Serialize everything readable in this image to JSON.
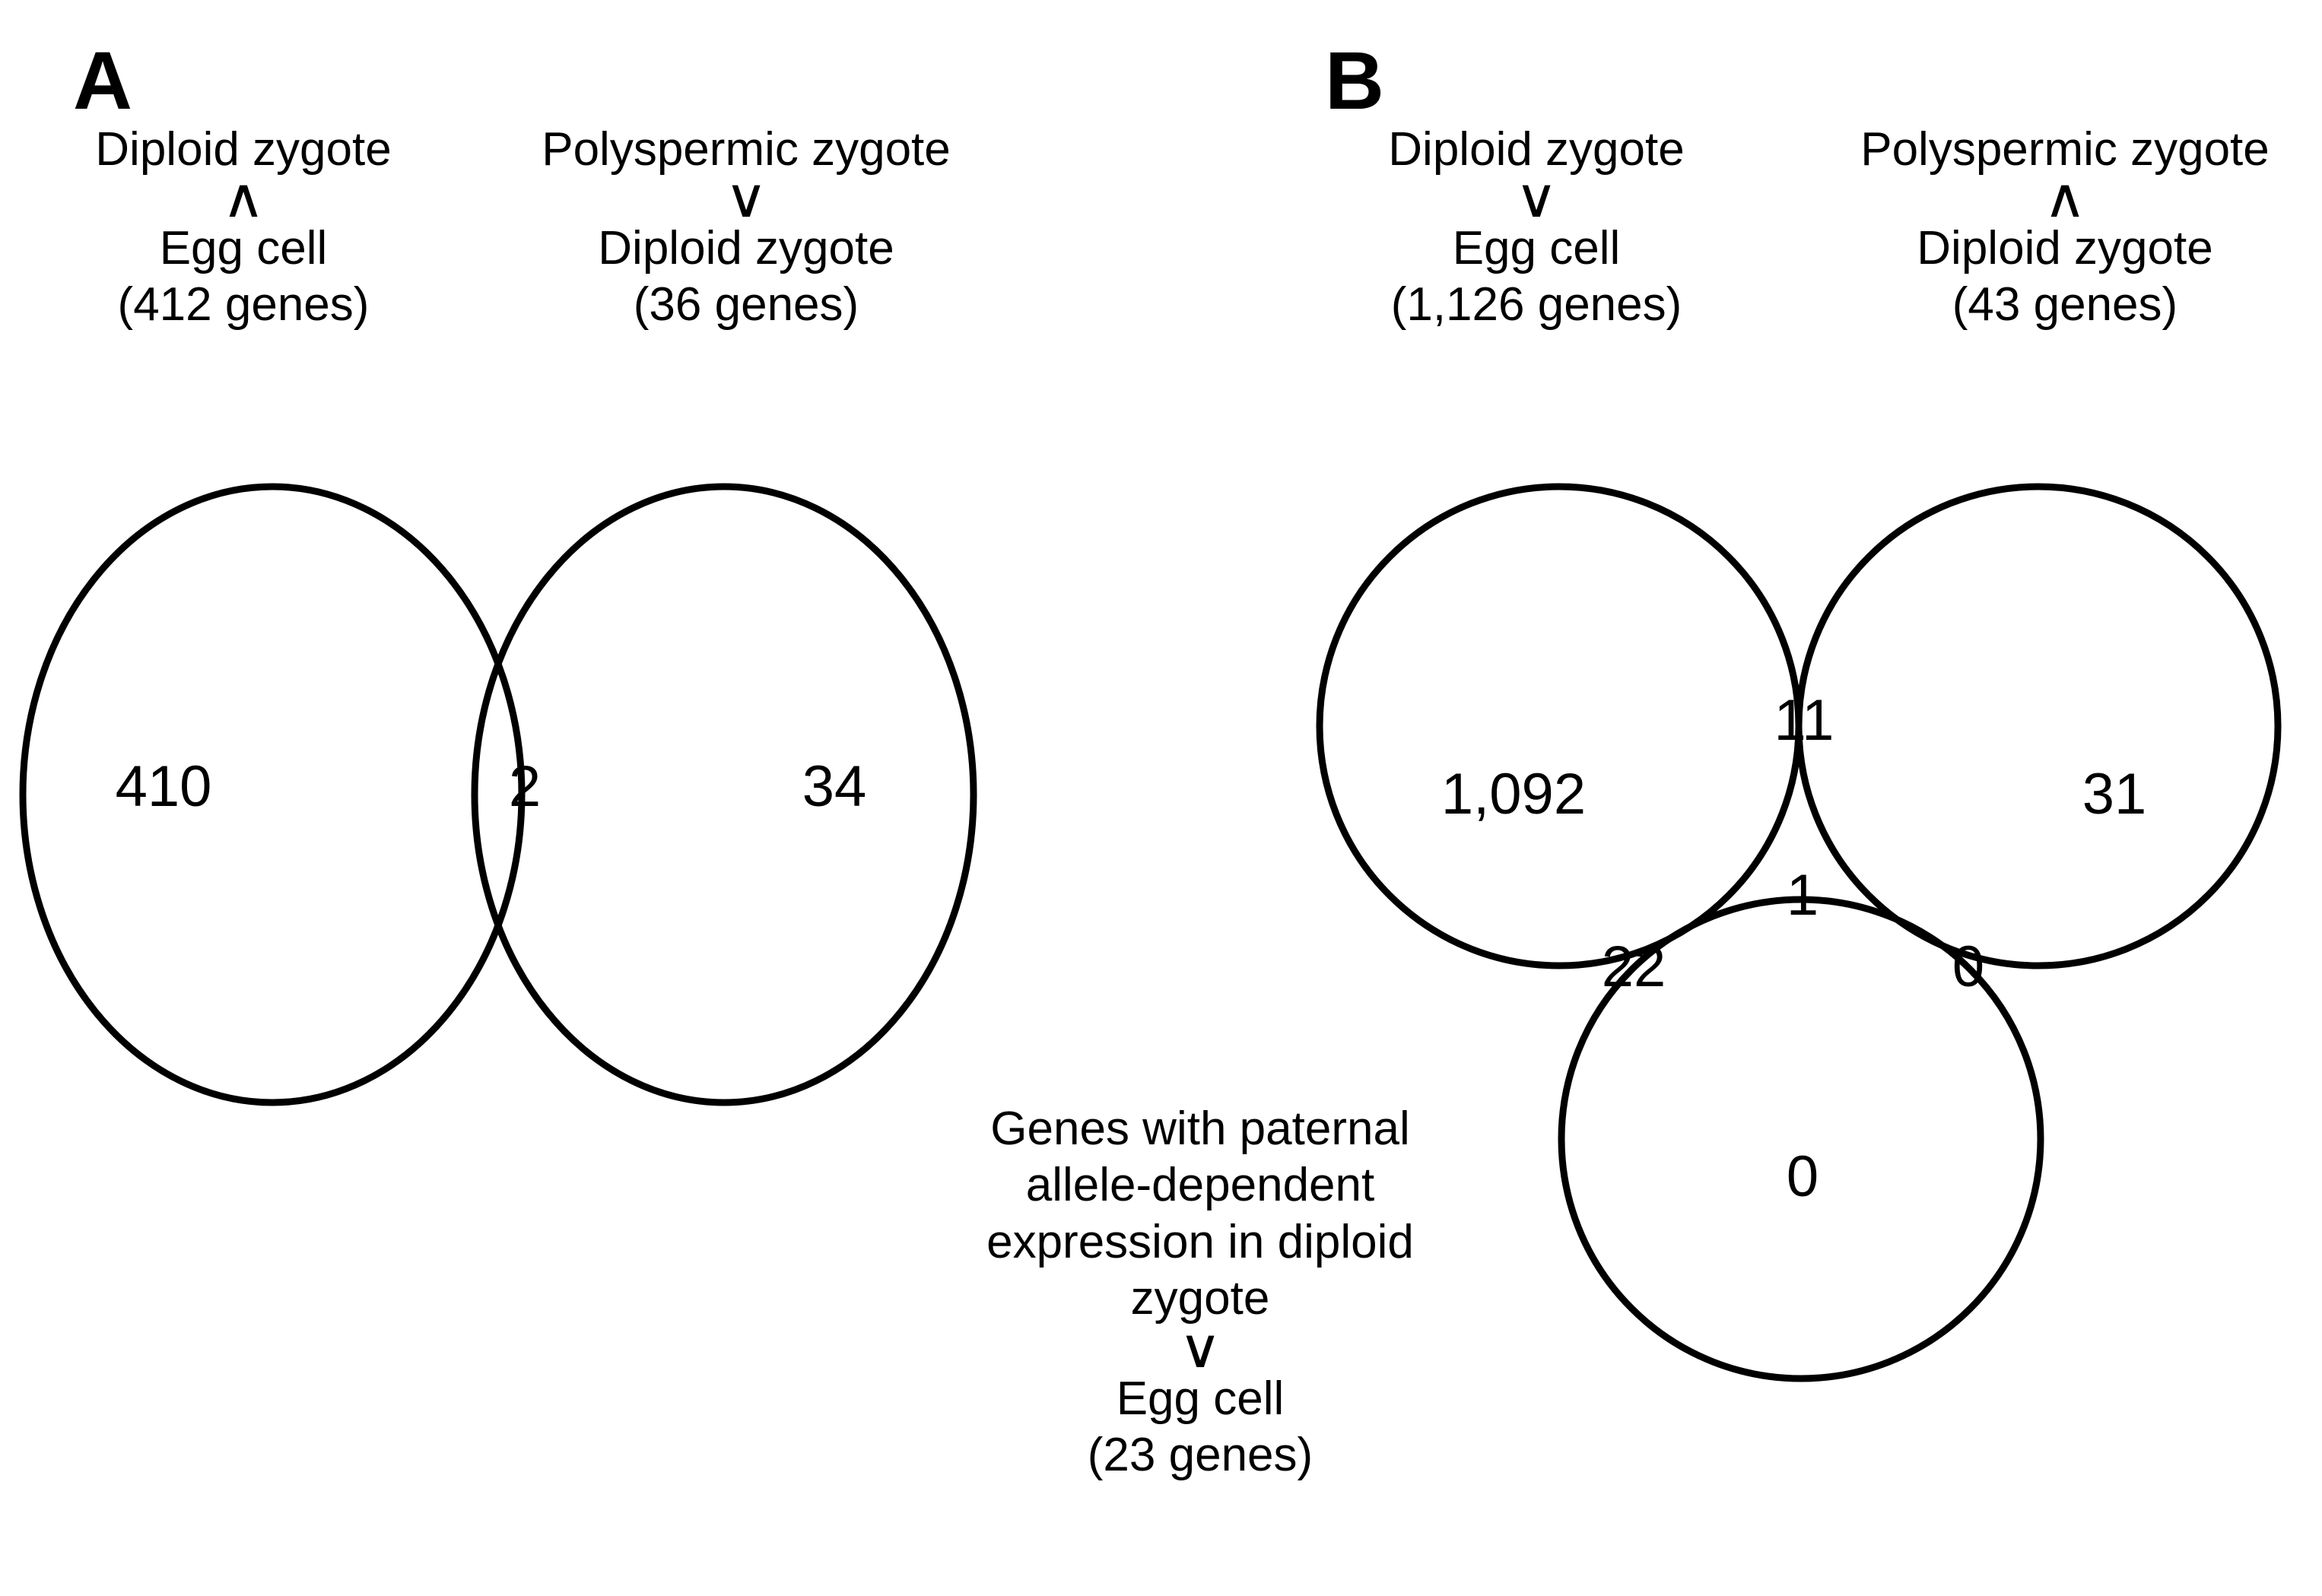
{
  "figure": {
    "background": "#ffffff",
    "stroke_color": "#000000"
  },
  "panels": [
    {
      "letter": "A",
      "type": "venn2",
      "headers": [
        {
          "top_label": "Diploid zygote",
          "operator": "∧",
          "operator_name": "greater-than-rotated",
          "bottom_label": "Egg cell",
          "count_label": "(412 genes)"
        },
        {
          "top_label": "Polyspermic zygote",
          "operator": "∨",
          "operator_name": "less-than-rotated",
          "bottom_label": "Diploid zygote",
          "count_label": "(36 genes)"
        }
      ],
      "regions": {
        "left_only": "410",
        "intersection": "2",
        "right_only": "34"
      }
    },
    {
      "letter": "B",
      "type": "venn3",
      "headers": [
        {
          "top_label": "Diploid zygote",
          "operator": "∨",
          "operator_name": "less-than-rotated",
          "bottom_label": "Egg cell",
          "count_label": "(1,126 genes)"
        },
        {
          "top_label": "Polyspermic zygote",
          "operator": "∧",
          "operator_name": "greater-than-rotated",
          "bottom_label": "Diploid zygote",
          "count_label": "(43 genes)"
        }
      ],
      "bottom_header": {
        "top_label": "Genes with paternal allele-dependent expression in diploid zygote",
        "operator": "∨",
        "operator_name": "less-than-rotated",
        "bottom_label": "Egg cell",
        "count_label": "(23 genes)"
      },
      "regions": {
        "left_only": "1,092",
        "top_intersection": "11",
        "right_only": "31",
        "left_bottom_intersection": "22",
        "center_all": "1",
        "right_bottom_intersection": "0",
        "bottom_only": "0"
      }
    }
  ],
  "chart_data": {
    "type": "venn",
    "title": "",
    "panels": [
      {
        "id": "A",
        "sets": [
          {
            "name": "Diploid zygote > Egg cell",
            "total": 412,
            "exclusive": 410
          },
          {
            "name": "Polyspermic zygote < Diploid zygote",
            "total": 36,
            "exclusive": 34
          }
        ],
        "intersections": [
          {
            "sets": [
              "Diploid zygote > Egg cell",
              "Polyspermic zygote < Diploid zygote"
            ],
            "value": 2
          }
        ],
        "values": [
          410,
          2,
          34
        ]
      },
      {
        "id": "B",
        "sets": [
          {
            "name": "Diploid zygote < Egg cell",
            "total": 1126,
            "exclusive": 1092
          },
          {
            "name": "Polyspermic zygote > Diploid zygote",
            "total": 43,
            "exclusive": 31
          },
          {
            "name": "Genes with paternal allele-dependent expression in diploid zygote < Egg cell",
            "total": 23,
            "exclusive": 0
          }
        ],
        "intersections": [
          {
            "sets": [
              "A",
              "B"
            ],
            "value": 11
          },
          {
            "sets": [
              "A",
              "C"
            ],
            "value": 22
          },
          {
            "sets": [
              "B",
              "C"
            ],
            "value": 0
          },
          {
            "sets": [
              "A",
              "B",
              "C"
            ],
            "value": 1
          }
        ],
        "values": [
          1092,
          11,
          31,
          22,
          1,
          0,
          0
        ]
      }
    ]
  }
}
